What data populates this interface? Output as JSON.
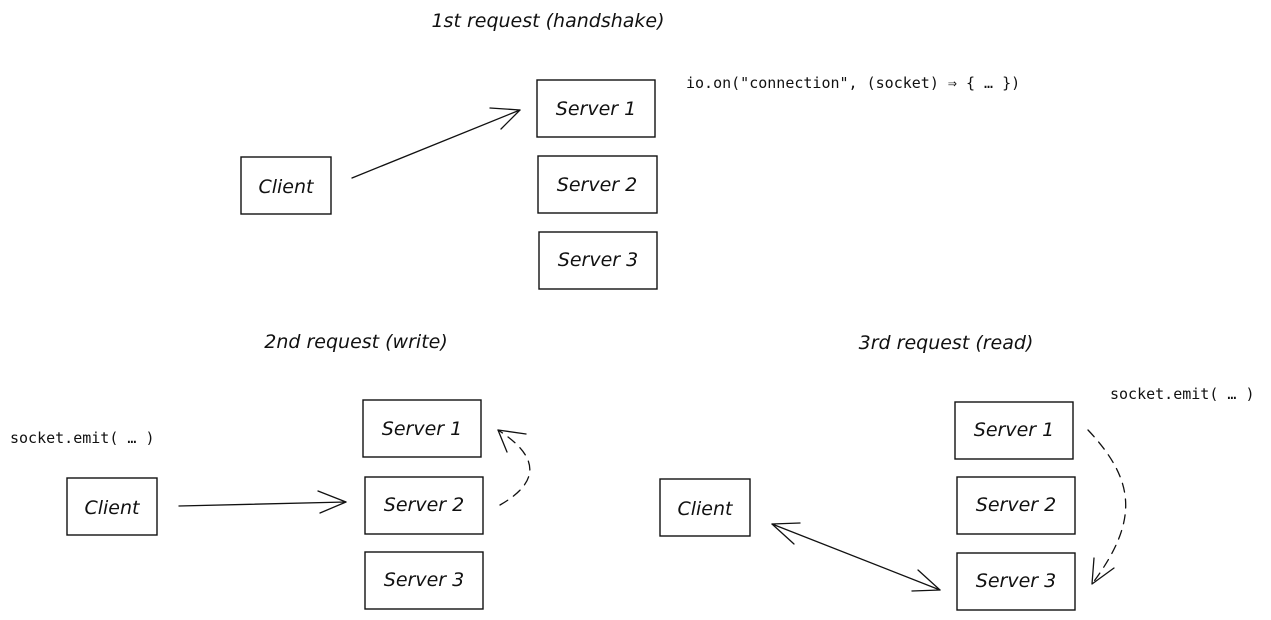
{
  "panel1": {
    "title": "1st request (handshake)",
    "client": "Client",
    "servers": [
      "Server 1",
      "Server 2",
      "Server 3"
    ],
    "code": "io.on(\"connection\", (socket) ⇒ {  …  })"
  },
  "panel2": {
    "title": "2nd request (write)",
    "client": "Client",
    "servers": [
      "Server 1",
      "Server 2",
      "Server 3"
    ],
    "code": "socket.emit( … )"
  },
  "panel3": {
    "title": "3rd request (read)",
    "client": "Client",
    "servers": [
      "Server 1",
      "Server 2",
      "Server 3"
    ],
    "code": "socket.emit( … )"
  }
}
